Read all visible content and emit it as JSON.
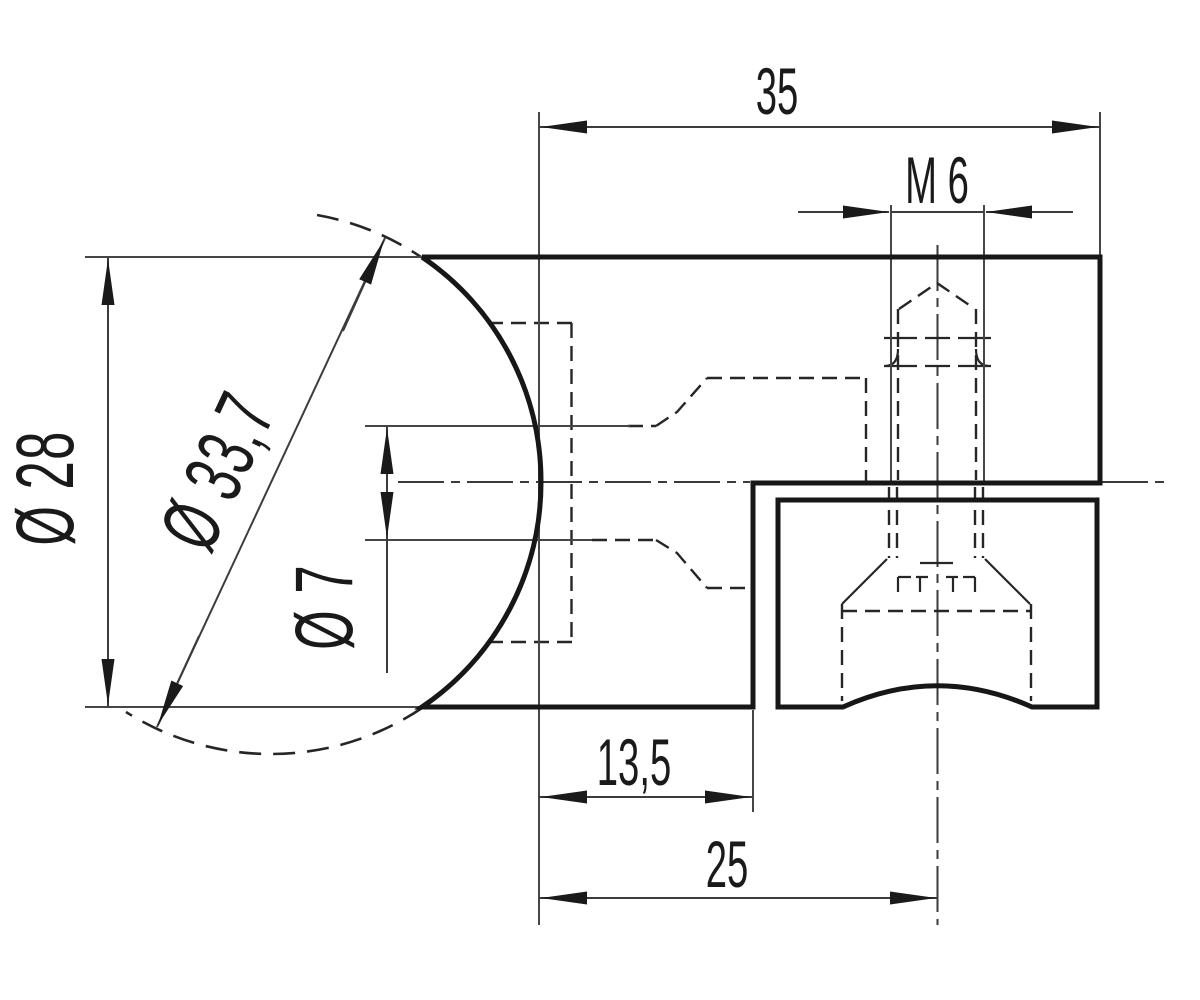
{
  "drawing": {
    "kind": "technical-dimension-drawing",
    "dims": {
      "overall_width": "35",
      "thread": "M 6",
      "body_diameter": "Ø 28",
      "tube_diameter": "Ø 33,7",
      "hole_diameter": "Ø 7",
      "step_depth": "13,5",
      "thread_position": "25"
    },
    "colors": {
      "line": "#171717",
      "thin_line": "#464646",
      "background": "#ffffff"
    }
  }
}
